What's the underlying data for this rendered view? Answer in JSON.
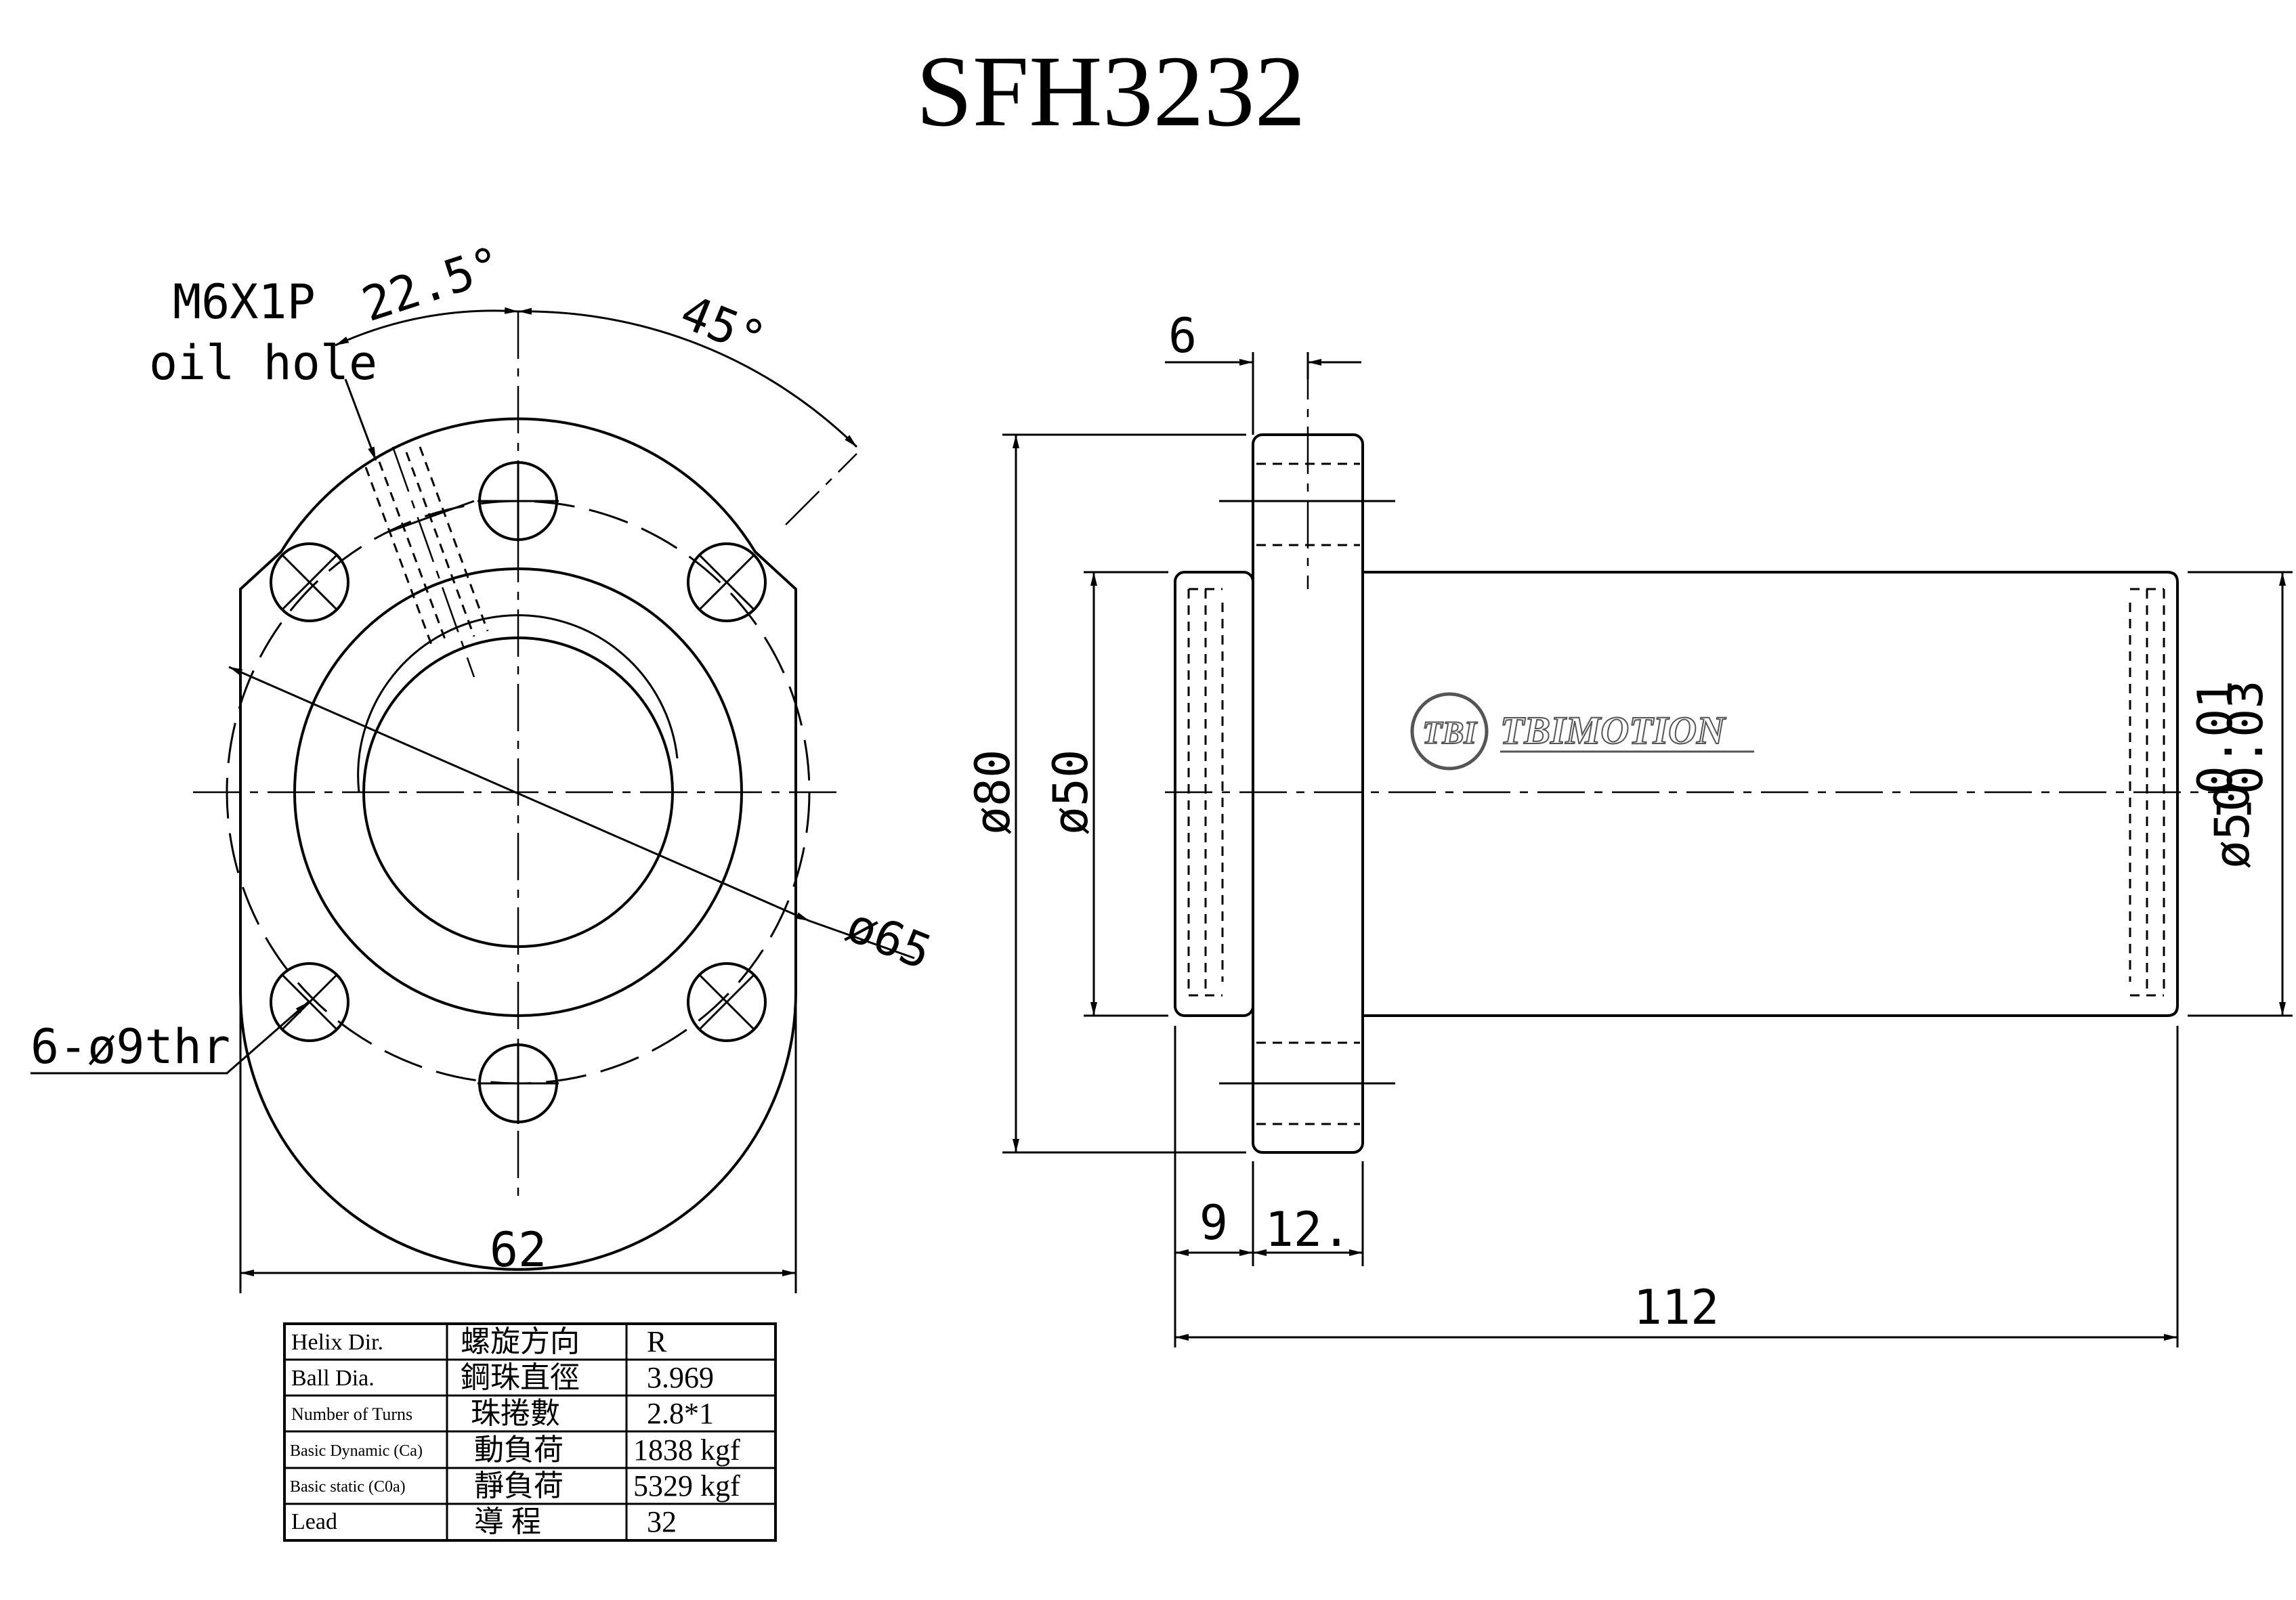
{
  "title": "SFH3232",
  "left_view": {
    "oil_hole_label_1": "M6X1P",
    "oil_hole_label_2": "oil hole",
    "angle_small": "22.5°",
    "angle_large": "45°",
    "pcd": "ø65",
    "holes": "6-ø9thr",
    "width": "62"
  },
  "right_view": {
    "flange_thickness_top": "6",
    "flange_dia": "ø80",
    "pilot_dia": "ø50",
    "body_dia": "ø50",
    "tol_upper": "-0.01",
    "tol_lower": "-0.03",
    "pilot_len": "9",
    "flange_len": "12.",
    "total_len": "112",
    "logo_mark": "TBI",
    "logo_text": "TBIMOTION"
  },
  "spec_table": {
    "rows": [
      {
        "en": "Helix  Dir.",
        "zh": "螺旋方向",
        "val": "R"
      },
      {
        "en": "Ball Dia.",
        "zh": "鋼珠直徑",
        "val": "3.969"
      },
      {
        "en": "Number of Turns",
        "zh": "珠捲數",
        "val": "2.8*1"
      },
      {
        "en": "Basic Dynamic (Ca)",
        "zh": "動負荷",
        "val": "1838  kgf"
      },
      {
        "en": "Basic static (C0a)",
        "zh": "靜負荷",
        "val": "5329  kgf"
      },
      {
        "en": "Lead",
        "zh": "導    程",
        "val": "32"
      }
    ]
  }
}
